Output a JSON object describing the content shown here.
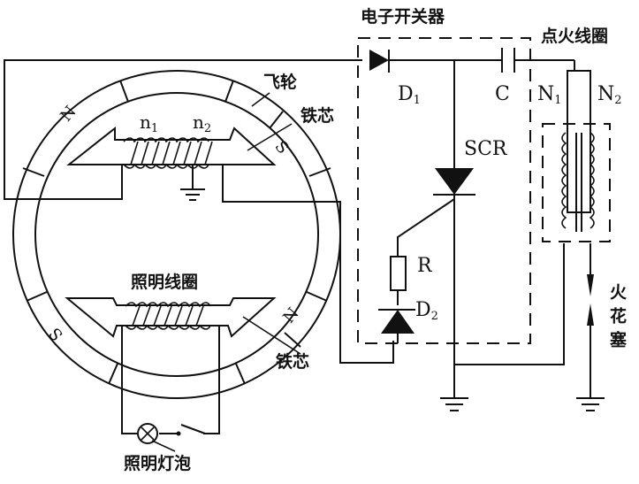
{
  "title": "电子开关器",
  "labels": {
    "electronic_switch": "电子开关器",
    "ignition_coil": "点火线圈",
    "flywheel": "飞轮",
    "iron_core_top": "铁芯",
    "iron_core_bottom": "铁芯",
    "lighting_coil": "照明线圈",
    "lighting_bulb": "照明灯泡",
    "spark_plug": "火花塞"
  },
  "components": {
    "d1": {
      "name": "D",
      "sub": "1"
    },
    "d2": {
      "name": "D",
      "sub": "2"
    },
    "c": {
      "name": "C"
    },
    "scr": {
      "name": "SCR"
    },
    "r": {
      "name": "R"
    },
    "n1_coil": {
      "name": "n",
      "sub": "1"
    },
    "n2_coil": {
      "name": "n",
      "sub": "2"
    },
    "N1": {
      "name": "N",
      "sub": "1"
    },
    "N2": {
      "name": "N",
      "sub": "2"
    }
  },
  "poles": {
    "top_left": "N",
    "top_right": "S",
    "bottom_left": "S",
    "bottom_right": "N"
  }
}
